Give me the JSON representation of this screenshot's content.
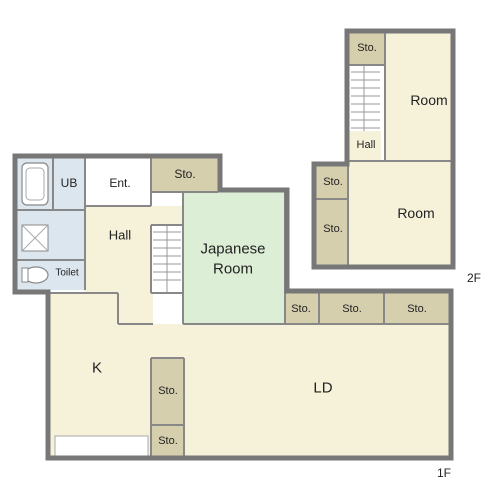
{
  "colors": {
    "wall": "#777777",
    "living": "#f6f2da",
    "storage": "#d6cfae",
    "japanese": "#dcefd6",
    "wet": "#dce6ef",
    "entrance": "#ffffff"
  },
  "floor1": {
    "floor_label": "1F",
    "rooms": {
      "ub": "UB",
      "toilet": "Toilet",
      "ent": "Ent.",
      "hall": "Hall",
      "japanese_line1": "Japanese",
      "japanese_line2": "Room",
      "kitchen": "K",
      "ld": "LD"
    },
    "storage_label": "Sto."
  },
  "floor2": {
    "floor_label": "2F",
    "rooms": {
      "room_upper": "Room",
      "room_lower": "Room",
      "hall": "Hall"
    },
    "storage_label": "Sto."
  }
}
